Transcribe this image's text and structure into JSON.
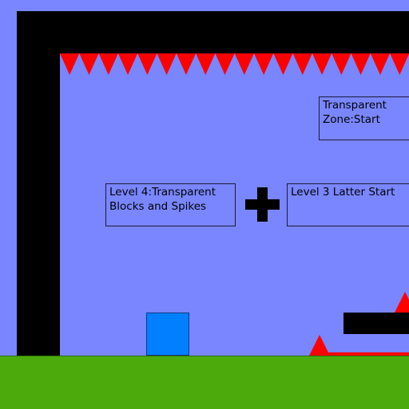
{
  "colors": {
    "sky": "#7986ff",
    "wall": "#000000",
    "spike": "#ff0000",
    "ground": "#4caa0c",
    "player": "#0080ff"
  },
  "signs": {
    "transparent_zone": "Transparent\nZone:Start",
    "level4": "Level 4:Transparent\nBlocks and Spikes",
    "level3": "Level 3 Latter Start"
  },
  "icons": {
    "center": "plus-cross-icon"
  }
}
